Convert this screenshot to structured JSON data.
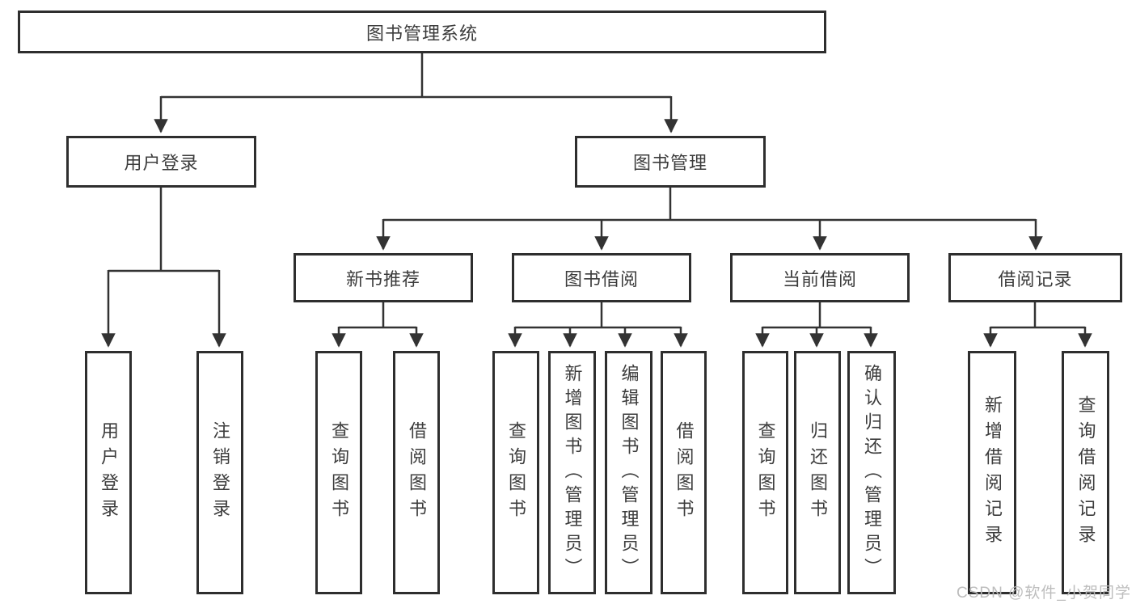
{
  "diagram": {
    "type": "hierarchy-tree",
    "orientation": "top-down"
  },
  "tree": {
    "label": "图书管理系统",
    "children": [
      {
        "label": "用户登录",
        "children": [
          {
            "label": "用户登录"
          },
          {
            "label": "注销登录"
          }
        ]
      },
      {
        "label": "图书管理",
        "children": [
          {
            "label": "新书推荐",
            "children": [
              {
                "label": "查询图书"
              },
              {
                "label": "借阅图书"
              }
            ]
          },
          {
            "label": "图书借阅",
            "children": [
              {
                "label": "查询图书"
              },
              {
                "label": "新增图书（管理员）"
              },
              {
                "label": "编辑图书（管理员）"
              },
              {
                "label": "借阅图书"
              }
            ]
          },
          {
            "label": "当前借阅",
            "children": [
              {
                "label": "查询图书"
              },
              {
                "label": "归还图书"
              },
              {
                "label": "确认归还（管理员）"
              }
            ]
          },
          {
            "label": "借阅记录",
            "children": [
              {
                "label": "新增借阅记录"
              },
              {
                "label": "查询借阅记录"
              }
            ]
          }
        ]
      }
    ]
  },
  "watermark": {
    "text": "CSDN @软件_小贺同学"
  },
  "colors": {
    "line": "#333333",
    "box_border": "#2e2e2e",
    "text": "#3c3c3c",
    "watermark": "#b9b9b9",
    "background": "#ffffff"
  }
}
